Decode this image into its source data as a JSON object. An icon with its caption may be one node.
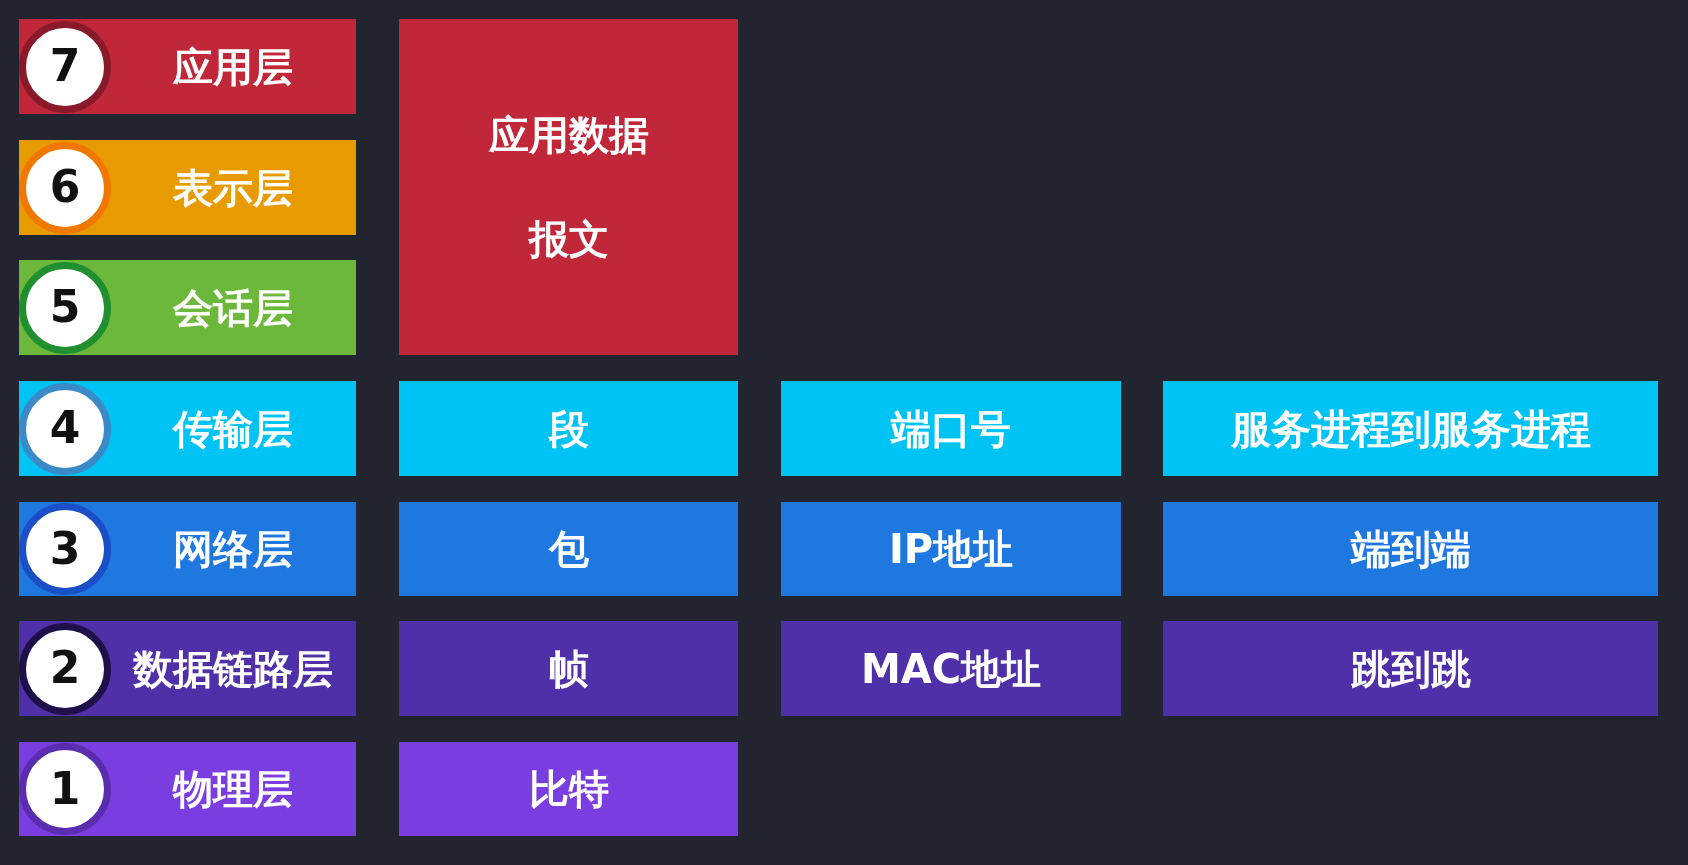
{
  "diagram": {
    "nodes": [
      {
        "text": [
          "7"
        ],
        "in": 1
      },
      {
        "text": [
          "应用层"
        ]
      },
      {
        "text": [
          "应用数据",
          "报文"
        ]
      },
      {
        "text": [
          "6"
        ],
        "in": 4
      },
      {
        "text": [
          "表示层"
        ]
      },
      {
        "text": [
          "5"
        ],
        "in": 6
      },
      {
        "text": [
          "会话层"
        ]
      },
      {
        "text": [
          "4"
        ],
        "in": 8
      },
      {
        "text": [
          "传输层"
        ]
      },
      {
        "text": [
          "段"
        ]
      },
      {
        "text": [
          "端口号"
        ]
      },
      {
        "text": [
          "服务进程到服务进程"
        ]
      },
      {
        "text": [
          "3"
        ],
        "in": 13
      },
      {
        "text": [
          "网络层"
        ]
      },
      {
        "text": [
          "包"
        ]
      },
      {
        "text": [
          "IP地址"
        ]
      },
      {
        "text": [
          "端到端"
        ]
      },
      {
        "text": [
          "2"
        ],
        "in": 18
      },
      {
        "text": [
          "数据链路层"
        ]
      },
      {
        "text": [
          "帧"
        ]
      },
      {
        "text": [
          "MAC地址"
        ]
      },
      {
        "text": [
          "跳到跳"
        ]
      },
      {
        "text": [
          "1"
        ],
        "in": 23
      },
      {
        "text": [
          "物理层"
        ]
      },
      {
        "text": [
          "比特"
        ]
      }
    ]
  }
}
